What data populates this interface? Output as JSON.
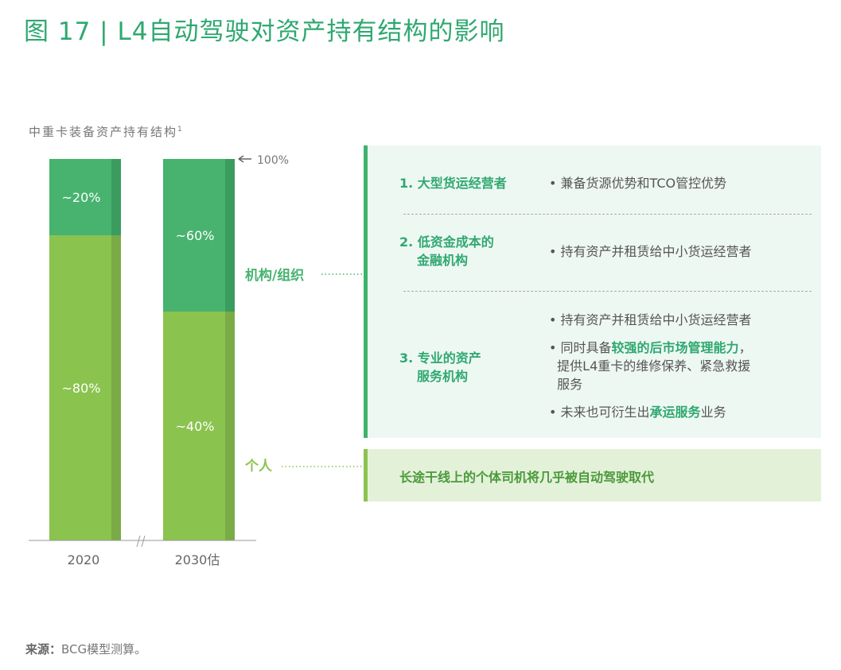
{
  "title": "图 17 | L4自动驾驶对资产持有结构的影响",
  "chart_data": {
    "type": "bar",
    "stacked": true,
    "subtitle": "中重卡装备资产持有结构",
    "subtitle_footnote": "1",
    "categories": [
      "2020",
      "2030估"
    ],
    "ylim": [
      0,
      100
    ],
    "series": [
      {
        "name": "个人",
        "values": [
          80,
          60
        ],
        "labels": [
          "~80%",
          "~40%"
        ],
        "color": "#8bc34f"
      },
      {
        "name": "机构/组织",
        "values": [
          20,
          40
        ],
        "labels": [
          "~20%",
          "~60%"
        ],
        "color": "#47b36f"
      }
    ],
    "top_annotation": "100%"
  },
  "chart_values_note": "",
  "panel": {
    "rows": [
      {
        "label": [
          "1. 大型货运经营者"
        ],
        "items": [
          "兼备货源优势和TCO管控优势"
        ]
      },
      {
        "label": [
          "2. 低资金成本的",
          "金融机构"
        ],
        "items": [
          "持有资产并租赁给中小货运经营者"
        ]
      },
      {
        "label": [
          "3. 专业的资产",
          "服务机构"
        ],
        "items": [
          "持有资产并租赁给中小货运经营者"
        ],
        "item2_pre": "同时具备",
        "item2_hl": "较强的后市场管理能力",
        "item2_post": "，",
        "item2_line2": "提供L4重卡的维修保养、紧急救援",
        "item2_line3": "服务",
        "item3_pre": "未来也可衍生出",
        "item3_hl": "承运服务",
        "item3_post": "业务"
      }
    ],
    "individual_text": "长途干线上的个体司机将几乎被自动驾驶取代"
  },
  "source": {
    "label": "来源：",
    "text": "BCG模型测算。"
  }
}
